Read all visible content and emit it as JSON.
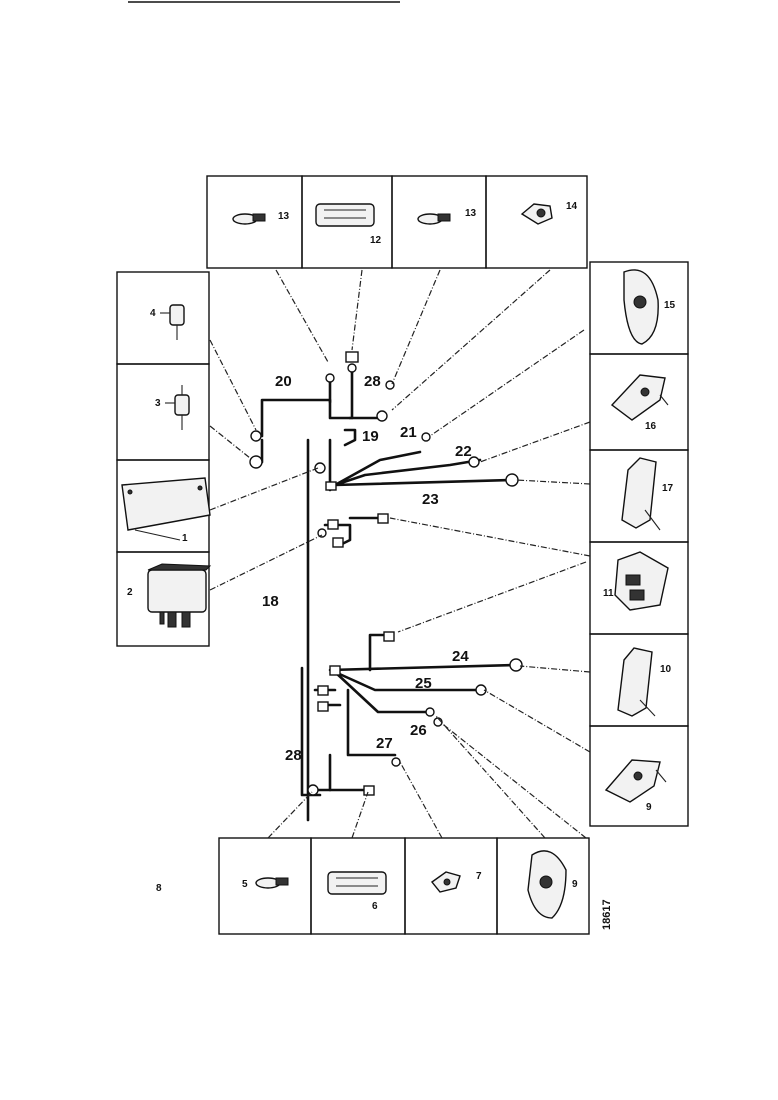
{
  "figure_ref": "18617",
  "harness_labels": {
    "l18": "18",
    "l19": "19",
    "l20": "20",
    "l21": "21",
    "l22": "22",
    "l23": "23",
    "l24": "24",
    "l25": "25",
    "l26": "26",
    "l27": "27",
    "l28a": "28",
    "l28b": "28"
  },
  "components": {
    "c1": "1",
    "c2": "2",
    "c3": "3",
    "c4": "4",
    "c5": "5",
    "c6": "6",
    "c7": "7",
    "c8": "8",
    "c9a": "9",
    "c9b": "9",
    "c10": "10",
    "c11": "11",
    "c12": "12",
    "c13a": "13",
    "c13b": "13",
    "c14": "14",
    "c15": "15",
    "c16": "16",
    "c17": "17"
  }
}
